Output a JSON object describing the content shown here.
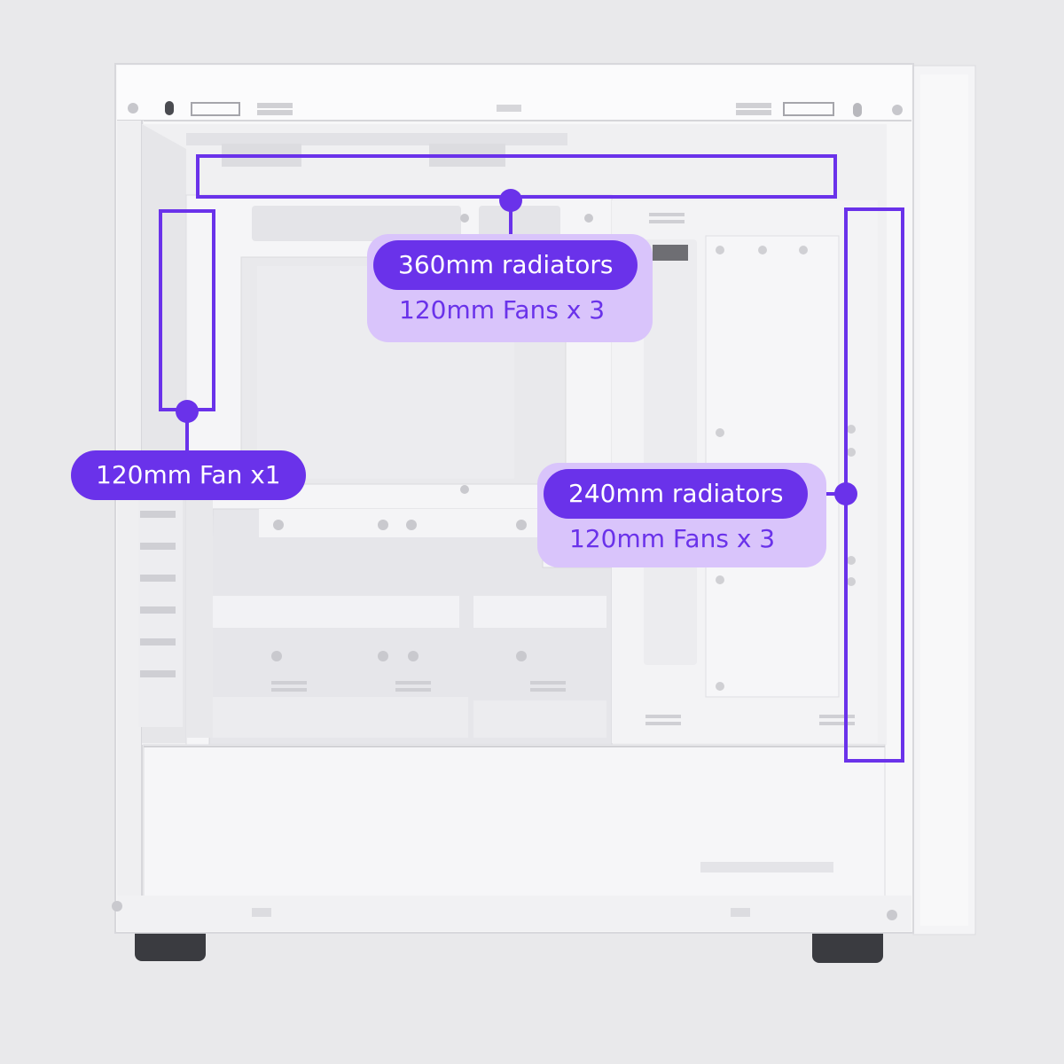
{
  "callouts": {
    "top": {
      "title": "360mm radiators",
      "detail": "120mm Fans x 3"
    },
    "side": {
      "title": "120mm Fan x1"
    },
    "front": {
      "title": "240mm radiators",
      "detail": "120mm Fans x 3"
    }
  },
  "colors": {
    "accent": "#6a32ea",
    "accent_light": "#d9c4fb",
    "background": "#e9e9eb",
    "case_body": "#f7f7f8"
  }
}
